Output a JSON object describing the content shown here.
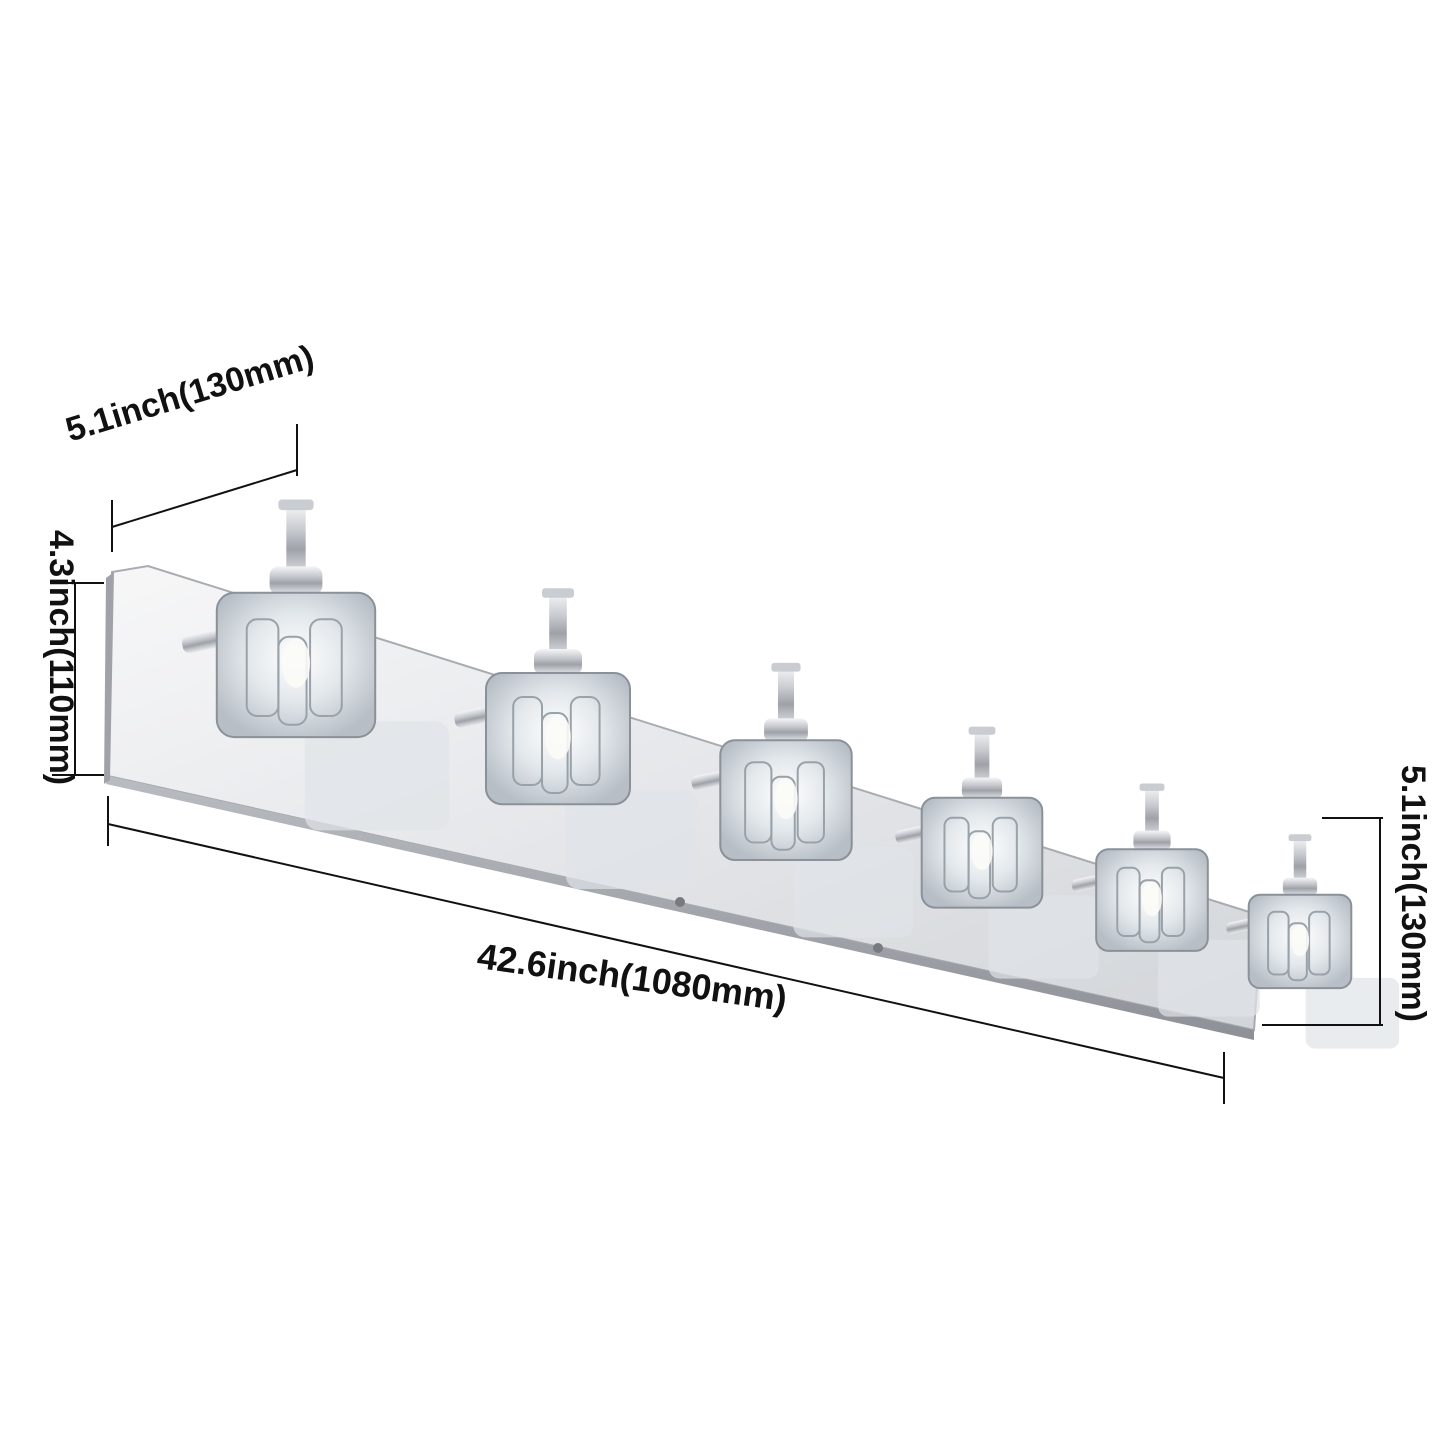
{
  "product": {
    "light_count": 6,
    "finish_color": "#c9ccd1",
    "glass_color": "#e6ecf0"
  },
  "dimensions": {
    "depth_label": "5.1inch(130mm)",
    "backplate_height_label": "4.3inch(110mm)",
    "width_label": "42.6inch(1080mm)",
    "fixture_height_label": "5.1inch(130mm)"
  }
}
